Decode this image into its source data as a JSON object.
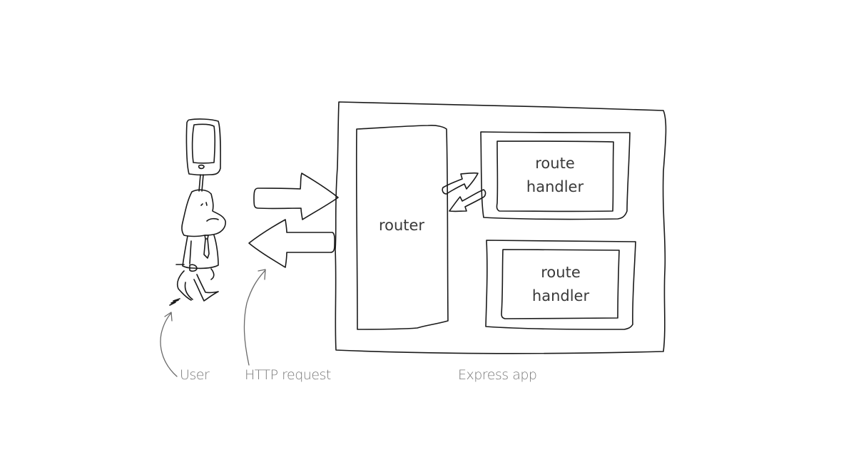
{
  "diagram": {
    "title": "Express app request flow",
    "nodes": {
      "user": {
        "caption": "User"
      },
      "http": {
        "caption": "HTTP request"
      },
      "app": {
        "caption": "Express app"
      },
      "router": {
        "label": "router"
      },
      "handlers": [
        {
          "line1": "route",
          "line2": "handler"
        },
        {
          "line1": "route",
          "line2": "handler"
        }
      ]
    },
    "edges": [
      {
        "from": "user",
        "to": "app",
        "kind": "request-arrow"
      },
      {
        "from": "app",
        "to": "user",
        "kind": "response-arrow"
      },
      {
        "from": "router",
        "to": "route-handler-1",
        "kind": "small-arrow"
      },
      {
        "from": "route-handler-1",
        "to": "router",
        "kind": "small-arrow"
      }
    ],
    "colors": {
      "ink": "#1a1a1a",
      "label": "#3a3a3a",
      "caption": "#7a7a7a",
      "background": "#ffffff"
    }
  }
}
